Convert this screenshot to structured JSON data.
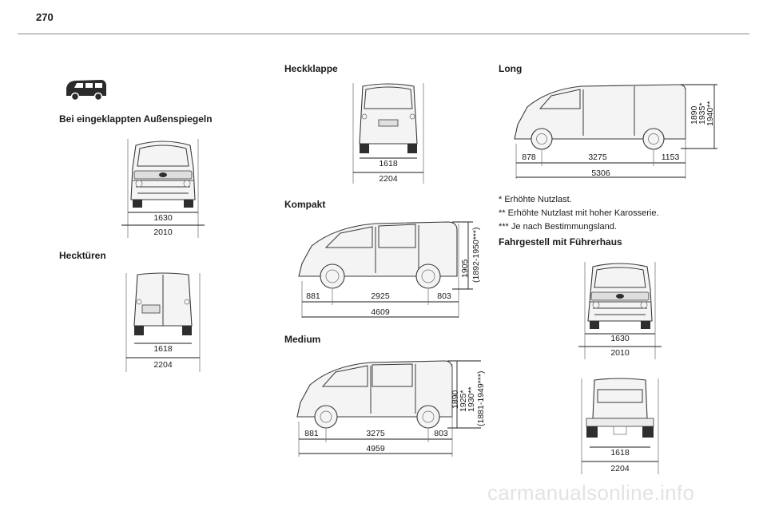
{
  "page_number": "270",
  "headings": {
    "folded_mirrors": "Bei eingeklappten Außenspiegeln",
    "rear_doors": "Hecktüren",
    "tailgate": "Heckklappe",
    "compact": "Kompakt",
    "medium": "Medium",
    "long": "Long",
    "chassis_cab": "Fahrgestell mit Führerhaus"
  },
  "figures": {
    "front_mirrors": {
      "inner_width": "1630",
      "outer_width": "2010"
    },
    "rear_doors": {
      "inner_width": "1618",
      "outer_width": "2204"
    },
    "tailgate": {
      "inner_width": "1618",
      "outer_width": "2204"
    },
    "compact": {
      "front_overhang": "881",
      "wheelbase": "2925",
      "rear_overhang": "803",
      "length": "4609",
      "height_1": "1905",
      "height_2": "(1892-1950***)"
    },
    "medium": {
      "front_overhang": "881",
      "wheelbase": "3275",
      "rear_overhang": "803",
      "length": "4959",
      "height_1": "1890",
      "height_2": "1925*",
      "height_3": "1930**",
      "height_4": "(1881-1949***)"
    },
    "long": {
      "front_overhang": "878",
      "wheelbase": "3275",
      "rear_overhang": "1153",
      "length": "5306",
      "height_1": "1890",
      "height_2": "1935*",
      "height_3": "1940**"
    },
    "chassis_front": {
      "inner_width": "1630",
      "outer_width": "2010"
    },
    "chassis_rear": {
      "inner_width": "1618",
      "outer_width": "2204"
    }
  },
  "notes": [
    "* Erhöhte Nutzlast.",
    "** Erhöhte Nutzlast mit hoher Karosserie.",
    "*** Je nach Bestimmungsland."
  ],
  "watermark": "carmanualsonline.info"
}
